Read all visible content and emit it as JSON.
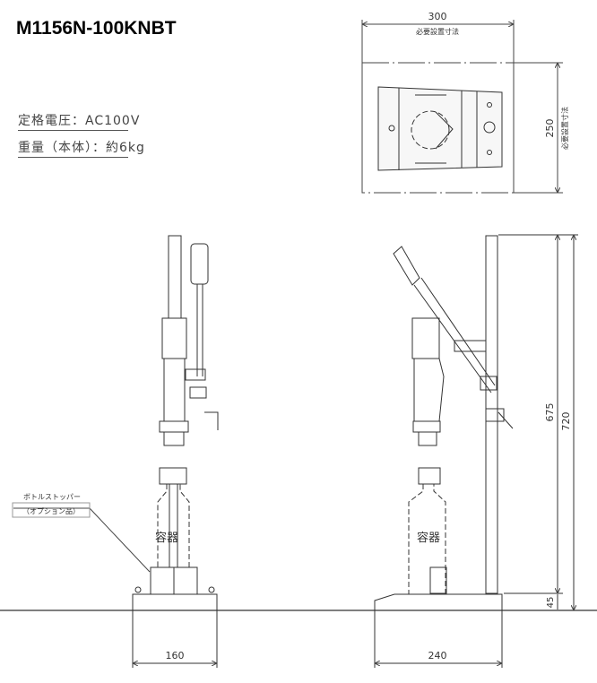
{
  "title": "M1156N-100KNBT",
  "specs": {
    "voltage": "定格電圧：AC100V",
    "weight": "重量（本体）：約6kg"
  },
  "top_view": {
    "width_dim": "300",
    "width_label": "必要設置寸法",
    "depth_dim": "250",
    "depth_label": "必要設置寸法"
  },
  "front_view": {
    "container_label": "容器",
    "stopper_label": "ボトルストッパー",
    "stopper_note": "（オプション品）",
    "width_dim": "160"
  },
  "side_view": {
    "container_label": "容器",
    "width_dim": "240",
    "height_dim_column": "675",
    "height_dim_total": "720",
    "base_dim": "45"
  }
}
